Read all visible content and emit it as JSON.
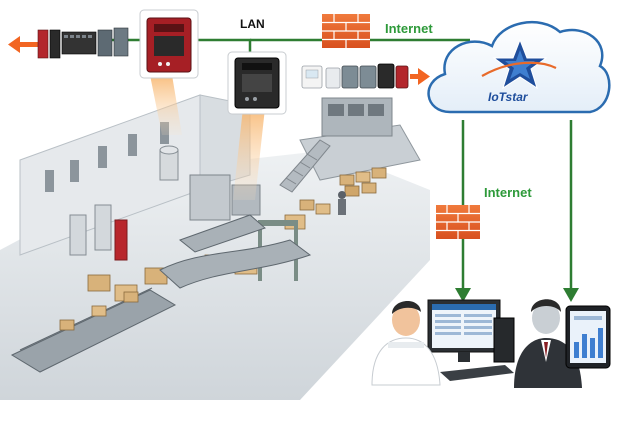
{
  "labels": {
    "lan": "LAN",
    "internet_top": "Internet",
    "internet_mid": "Internet"
  },
  "cloud": {
    "brand": "IoTstar"
  },
  "colors": {
    "lan_line": "#2e7d32",
    "internet_text": "#2e9a3a",
    "arrow_orange": "#f26522",
    "firewall_brick": "#e8622b",
    "cloud_stroke": "#2b6cb0",
    "device_body": "#2a2a2a",
    "device_red": "#b3262c",
    "floor": "#dfe3e6"
  },
  "icons": {
    "firewall": "firewall-icon",
    "cloud": "cloud-icon",
    "star_logo": "star-logo-icon",
    "controller_red": "controller-red-icon",
    "controller_black": "controller-black-icon",
    "operator": "operator-icon",
    "manager": "manager-icon"
  }
}
